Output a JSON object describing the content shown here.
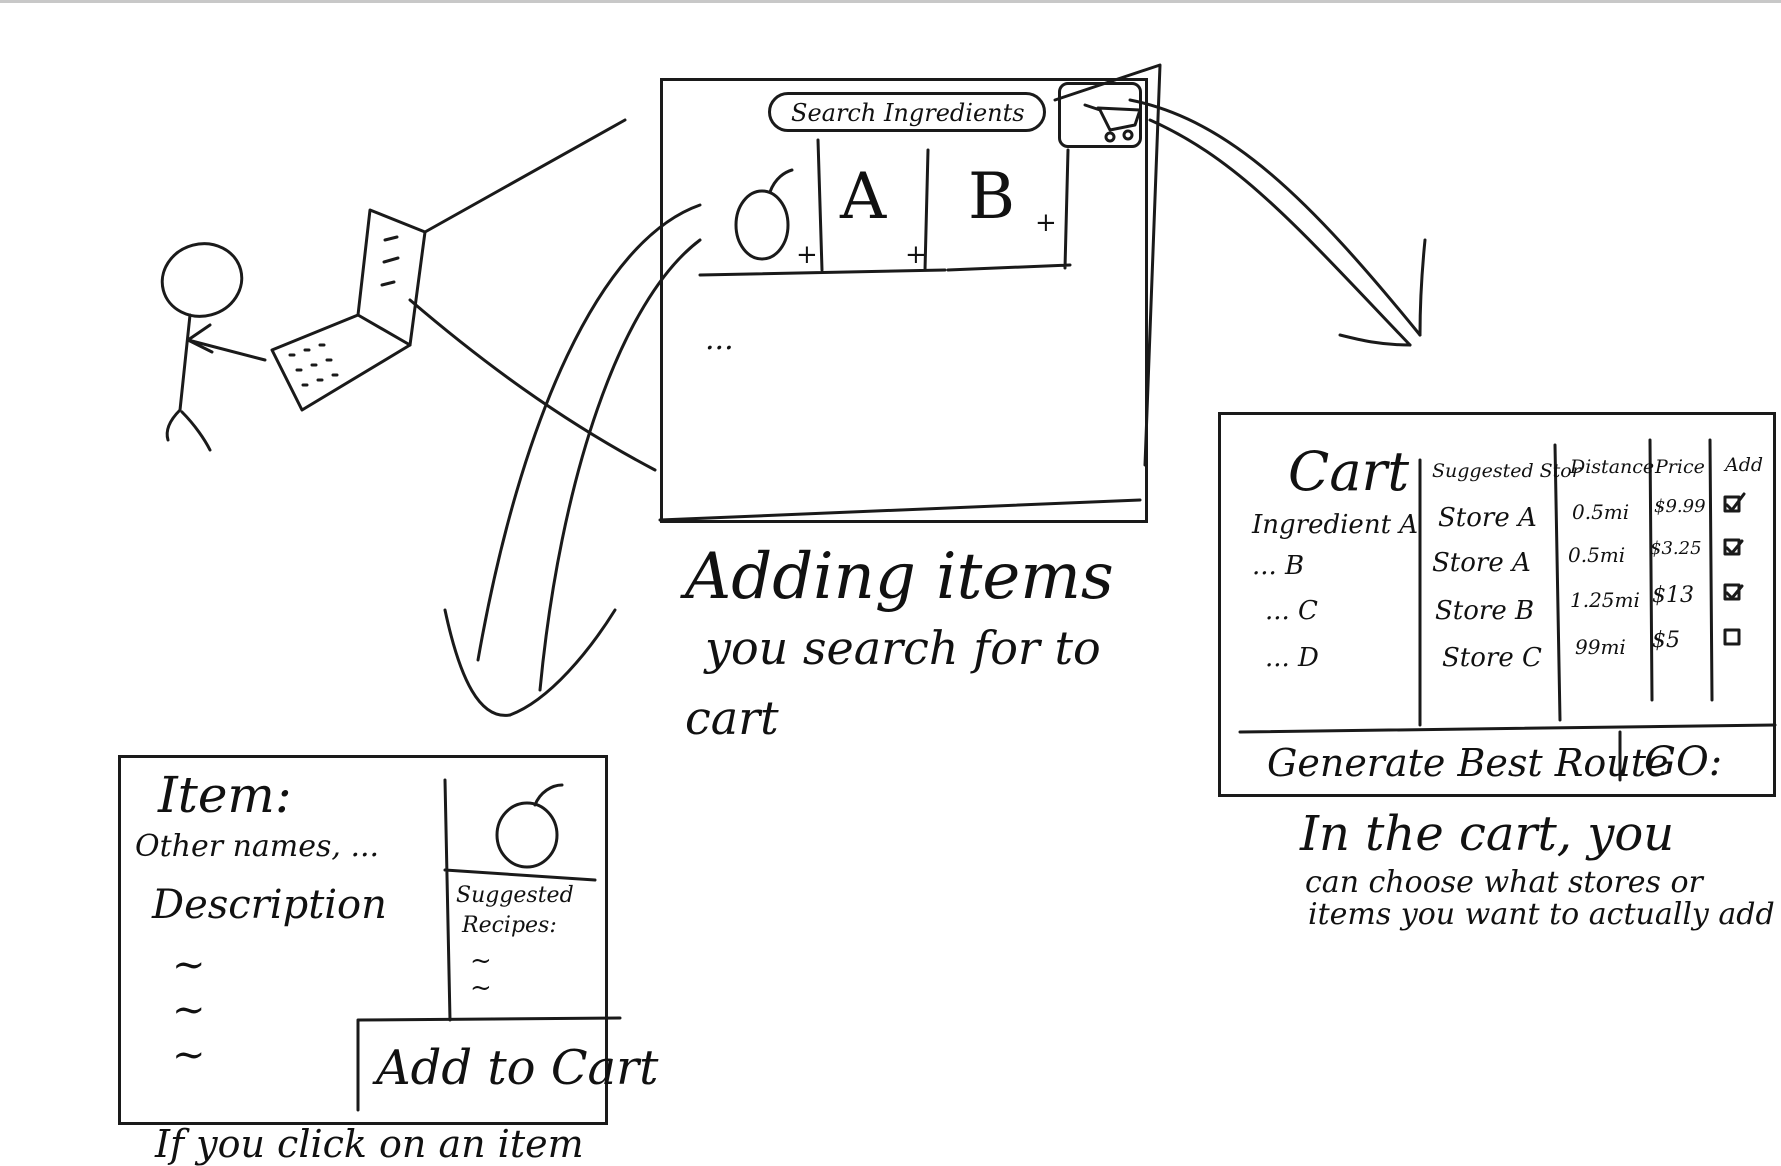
{
  "search_screen": {
    "search_label": "Search Ingredients",
    "tile_a": "A",
    "tile_b": "B",
    "plus": "+",
    "ellipsis": "...",
    "caption_line1": "Adding items",
    "caption_line2": "you search for to",
    "caption_line3": "cart"
  },
  "cart_screen": {
    "title": "Cart",
    "columns": [
      "Suggested Stor",
      "Distance",
      "Price",
      "Add"
    ],
    "rows": [
      {
        "item": "Ingredient A",
        "store": "Store A",
        "distance": "0.5mi",
        "price": "$9.99",
        "checked": true
      },
      {
        "item": "... B",
        "store": "Store A",
        "distance": "0.5mi",
        "price": "$3.25",
        "checked": true
      },
      {
        "item": "... C",
        "store": "Store B",
        "distance": "1.25mi",
        "price": "$13",
        "checked": true
      },
      {
        "item": "... D",
        "store": "Store C",
        "distance": "99mi",
        "price": "$5",
        "checked": false
      }
    ],
    "route_button": "Generate Best Route",
    "go_button": "GO:",
    "caption_line1": "In the cart, you",
    "caption_line2": "can choose what stores or",
    "caption_line3": "items you want to actually add"
  },
  "item_screen": {
    "title": "Item:",
    "other_names": "Other names, ...",
    "description": "Description",
    "squiggle": "~",
    "suggested": "Suggested",
    "recipes": "Recipes:",
    "add_to_cart": "Add to Cart",
    "caption": "If you click on an item"
  }
}
